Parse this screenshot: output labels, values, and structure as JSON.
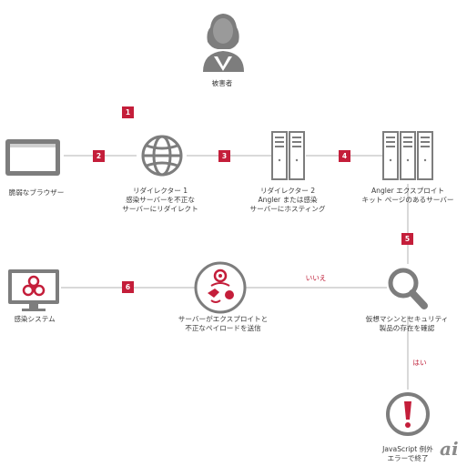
{
  "colors": {
    "accent": "#c41e3a",
    "icon_gray": "#7d7d7d",
    "line": "#b3b3b3"
  },
  "nodes": {
    "victim": {
      "icon": "person-icon",
      "label": [
        "被害者"
      ]
    },
    "browser": {
      "icon": "browser-window-icon",
      "label": [
        "脆弱なブラウザー"
      ]
    },
    "redirector1": {
      "icon": "globe-icon",
      "label": [
        "リダイレクター 1",
        "感染サーバーを不正な",
        "サーバーにリダイレクト"
      ]
    },
    "redirector2": {
      "icon": "server-rack-icon",
      "label": [
        "リダイレクター 2",
        "Angler または感染",
        "サーバーにホスティング"
      ]
    },
    "exploit_server": {
      "icon": "server-cluster-icon",
      "label": [
        "Angler エクスプロイト",
        "キット ページのあるサーバー"
      ]
    },
    "vm_check": {
      "icon": "magnifier-icon",
      "label": [
        "仮想マシンとセキュリティ",
        "製品の存在を確認"
      ]
    },
    "payload": {
      "icon": "biohazard-circle-icon",
      "label": [
        "サーバーがエクスプロイトと",
        "不正なペイロードを送信"
      ]
    },
    "infected": {
      "icon": "biohazard-monitor-icon",
      "label": [
        "感染システム"
      ]
    },
    "js_error": {
      "icon": "exclamation-circle-icon",
      "label": [
        "JavaScript 例外",
        "エラーで終了"
      ]
    }
  },
  "steps": [
    "1",
    "2",
    "3",
    "4",
    "5",
    "6"
  ],
  "branches": {
    "no": "いいえ",
    "yes": "はい"
  },
  "logo": {
    "text": "ai"
  }
}
